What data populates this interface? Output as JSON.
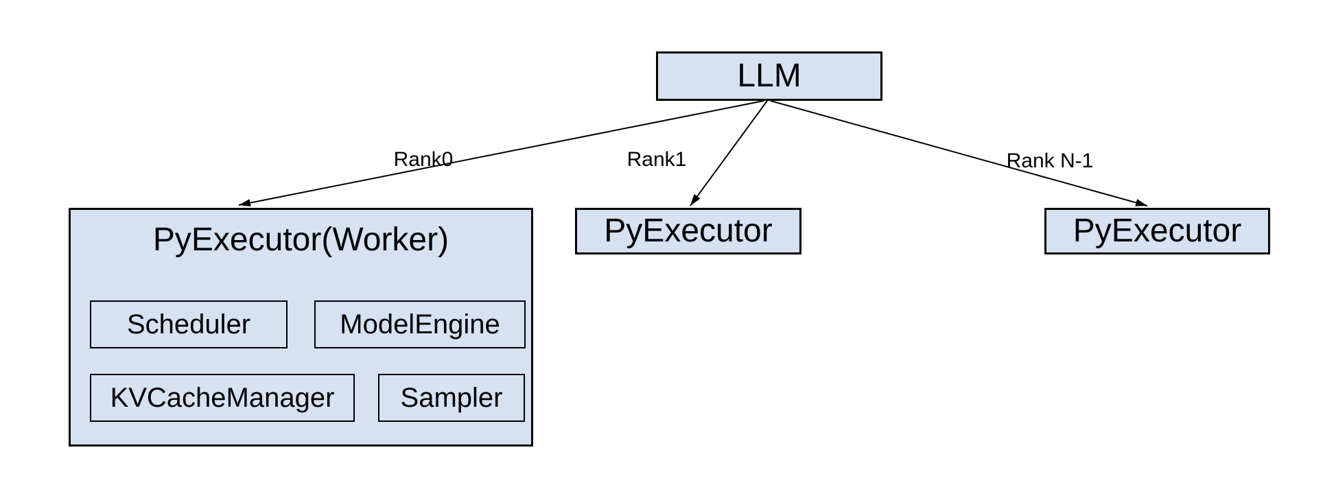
{
  "diagram": {
    "llm": {
      "label": "LLM"
    },
    "edges": [
      {
        "label": "Rank0"
      },
      {
        "label": "Rank1"
      },
      {
        "label": "Rank N-1"
      }
    ],
    "workers": [
      {
        "title": "PyExecutor(Worker)",
        "components": [
          {
            "label": "Scheduler"
          },
          {
            "label": "ModelEngine"
          },
          {
            "label": "KVCacheManager"
          },
          {
            "label": "Sampler"
          }
        ]
      },
      {
        "title": "PyExecutor"
      },
      {
        "title": "PyExecutor"
      }
    ],
    "colors": {
      "box_fill": "#d6e2f2",
      "box_border": "#000000",
      "arrow": "#000000",
      "text": "#000000",
      "background": "#ffffff"
    }
  }
}
